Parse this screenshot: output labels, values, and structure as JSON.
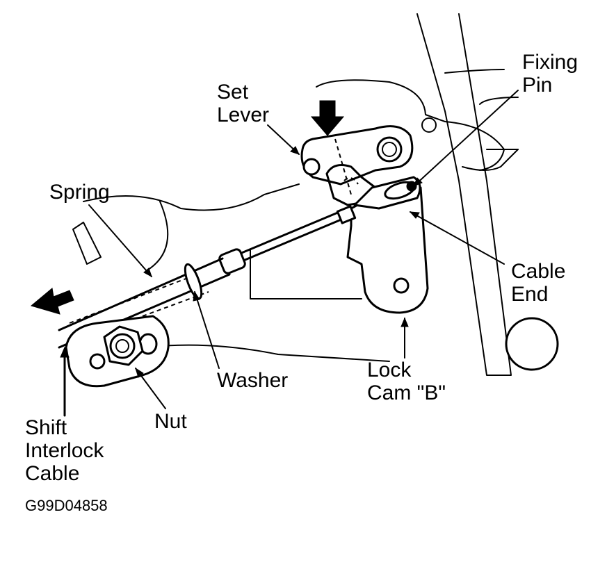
{
  "labels": {
    "fixing_pin": [
      "Fixing",
      "Pin"
    ],
    "set_lever": [
      "Set",
      "Lever"
    ],
    "spring": "Spring",
    "cable_end": [
      "Cable",
      "End"
    ],
    "washer": "Washer",
    "lock_cam_b": [
      "Lock",
      "Cam \"B\""
    ],
    "nut": "Nut",
    "shift_interlock_cable": [
      "Shift",
      "Interlock",
      "Cable"
    ]
  },
  "figure_code": "G99D04858",
  "colors": {
    "ink": "#000000",
    "background": "#ffffff"
  }
}
